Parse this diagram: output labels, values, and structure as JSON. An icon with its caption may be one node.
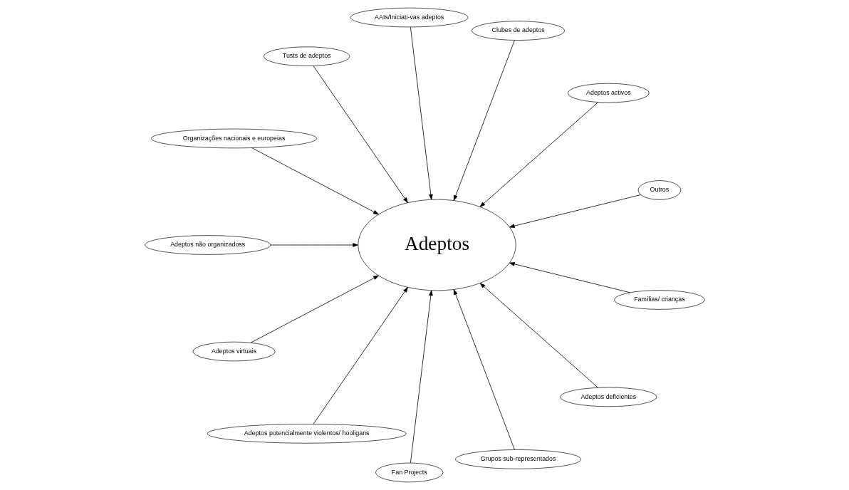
{
  "diagram": {
    "nodes": [
      {
        "text": [
          "Adeptos activos"
        ]
      },
      {
        "text": [
          "Outros"
        ]
      },
      {
        "text": [
          "Clubes de adeptos"
        ]
      },
      {
        "text": [
          "AAIs/Iniciati-vas adeptos"
        ]
      },
      {
        "text": [
          "Famílias/ crianças"
        ]
      },
      {
        "text": [
          "Tusts de adeptos"
        ]
      },
      {
        "text": [
          "Adeptos"
        ]
      },
      {
        "text": [
          "Adeptos deficientes"
        ]
      },
      {
        "text": [
          "Organizações nacionais e europeias"
        ]
      },
      {
        "text": [
          "Grupos sub-representados"
        ]
      },
      {
        "text": [
          "Adeptos não organizadoss"
        ]
      },
      {
        "text": [
          "Fan Projects"
        ]
      },
      {
        "text": [
          "Adeptos virtuais"
        ]
      },
      {
        "text": [
          "Adeptos potencialmente violentos/ hooligans"
        ]
      }
    ],
    "edges": [
      {
        "from": 1,
        "to": 6,
        "arrow": "to"
      },
      {
        "from": 0,
        "to": 6,
        "arrow": "to"
      },
      {
        "from": 2,
        "to": 6,
        "arrow": "to"
      },
      {
        "from": 3,
        "to": 6,
        "arrow": "to"
      },
      {
        "from": 5,
        "to": 6,
        "arrow": "to"
      },
      {
        "from": 8,
        "to": 6,
        "arrow": "to"
      },
      {
        "from": 10,
        "to": 6,
        "arrow": "to"
      },
      {
        "from": 12,
        "to": 6,
        "arrow": "to"
      },
      {
        "from": 13,
        "to": 6,
        "arrow": "to"
      },
      {
        "from": 11,
        "to": 6,
        "arrow": "to"
      },
      {
        "from": 9,
        "to": 6,
        "arrow": "to"
      },
      {
        "from": 7,
        "to": 6,
        "arrow": "to"
      },
      {
        "from": 4,
        "to": 6,
        "arrow": "to"
      }
    ]
  }
}
